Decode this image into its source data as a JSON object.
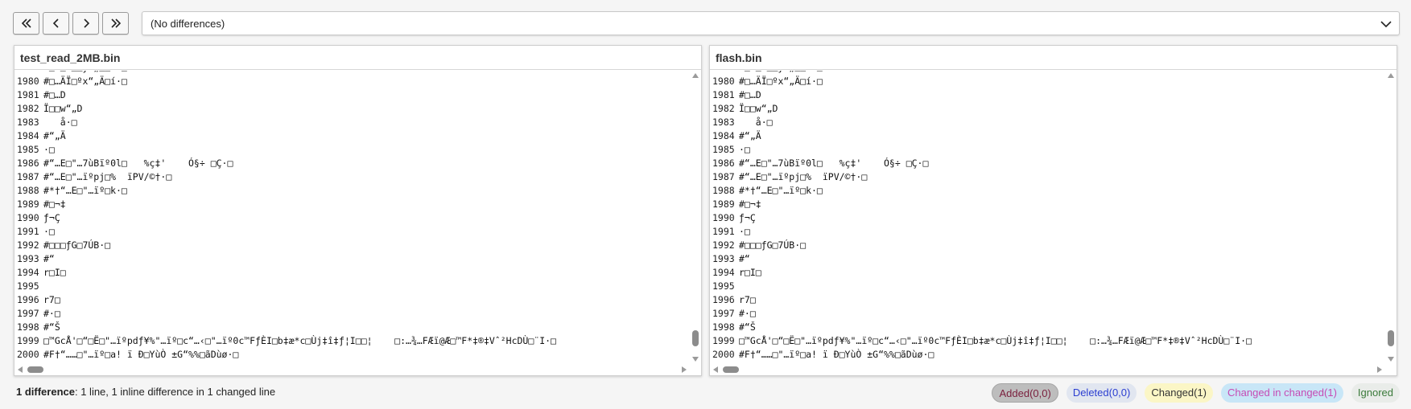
{
  "toolbar": {
    "first_icon": "double-chevron-left-icon",
    "prev_icon": "chevron-left-icon",
    "next_icon": "chevron-right-icon",
    "last_icon": "double-chevron-right-icon",
    "diff_select_value": "(No differences)"
  },
  "left": {
    "filename": "test_read_2MB.bin",
    "lines": [
      [
        "",
        "#□m□i□□y „□□ä·□"
      ],
      [
        "1980",
        "#□…ÄÏ□ºx“„Ä□í·□"
      ],
      [
        "1981",
        "#□…D"
      ],
      [
        "1982",
        "Ï□□w“„D"
      ],
      [
        "1983",
        "   å·□"
      ],
      [
        "1984",
        "#“„Ä"
      ],
      [
        "1985",
        "·□"
      ],
      [
        "1986",
        "#“…E□\"…7ùBïº0l□   %ç‡'    Ó§÷ □Ç·□"
      ],
      [
        "1987",
        "#“…E□\"…ïºpj□%  ïPV/©†·□"
      ],
      [
        "1988",
        "#*†“…E□\"…ïº□k·□"
      ],
      [
        "1989",
        "#□¬‡"
      ],
      [
        "1990",
        "ƒ¬Ç"
      ],
      [
        "1991",
        "·□"
      ],
      [
        "1992",
        "#□□□ƒG□7ÚB·□"
      ],
      [
        "1993",
        "#“"
      ],
      [
        "1994",
        "r□I□"
      ],
      [
        "1995",
        ""
      ],
      [
        "1996",
        "r7□"
      ],
      [
        "1997",
        "#·□"
      ],
      [
        "1998",
        "#“Š"
      ],
      [
        "1999",
        "□™GcÅ'□“□Ë□\"…ïºpdƒ¥%\"…ïº□c“…‹□\"…ïº0c™FƒÈI□b‡æ*c□Ùj‡î‡ƒ¦I□□¦    □:…¾…FÆï@Æ□™F*‡®‡Vˆ²HcDÙ□¨I·□"
      ],
      [
        "2000",
        "#F†“……□\"…ïº□a! ï Ð□YùÒ ±G“%%□ãDùø·□"
      ]
    ]
  },
  "right": {
    "filename": "flash.bin",
    "lines": [
      [
        "",
        "#□m□i□□y „□□ä·□"
      ],
      [
        "1980",
        "#□…ÄÏ□ºx“„Ä□í·□"
      ],
      [
        "1981",
        "#□…D"
      ],
      [
        "1982",
        "Ï□□w“„D"
      ],
      [
        "1983",
        "   å·□"
      ],
      [
        "1984",
        "#“„Ä"
      ],
      [
        "1985",
        "·□"
      ],
      [
        "1986",
        "#“…E□\"…7ùBïº0l□   %ç‡'    Ó§÷ □Ç·□"
      ],
      [
        "1987",
        "#“…E□\"…ïºpj□%  ïPV/©†·□"
      ],
      [
        "1988",
        "#*†“…E□\"…ïº□k·□"
      ],
      [
        "1989",
        "#□¬‡"
      ],
      [
        "1990",
        "ƒ¬Ç"
      ],
      [
        "1991",
        "·□"
      ],
      [
        "1992",
        "#□□□ƒG□7ÚB·□"
      ],
      [
        "1993",
        "#“"
      ],
      [
        "1994",
        "r□I□"
      ],
      [
        "1995",
        ""
      ],
      [
        "1996",
        "r7□"
      ],
      [
        "1997",
        "#·□"
      ],
      [
        "1998",
        "#“Š"
      ],
      [
        "1999",
        "□™GcÅ'□“□Ë□\"…ïºpdƒ¥%\"…ïº□c“…‹□\"…ïº0c™FƒÈI□b‡æ*c□Ùj‡î‡ƒ¦I□□¦    □:…¾…FÆï@Æ□™F*‡®‡Vˆ²HcDÙ□¨I·□"
      ],
      [
        "2000",
        "#F†“……□\"…ïº□a! ï Ð□YùÒ ±G“%%□ãDùø·□"
      ]
    ]
  },
  "footer": {
    "summary_bold": "1 difference",
    "summary_rest": ": 1 line, 1 inline difference in 1 changed line",
    "legend": {
      "added": "Added(0,0)",
      "deleted": "Deleted(0,0)",
      "changed": "Changed(1)",
      "changed_in_changed": "Changed in changed(1)",
      "ignored": "Ignored"
    }
  },
  "colors": {
    "added_bg": "#bdbdbd",
    "deleted_bg": "#e1e6f0",
    "changed_bg": "#fbf6c6",
    "changed_in_bg": "#c8e6f7",
    "ignored_bg": "#e9ece9"
  }
}
